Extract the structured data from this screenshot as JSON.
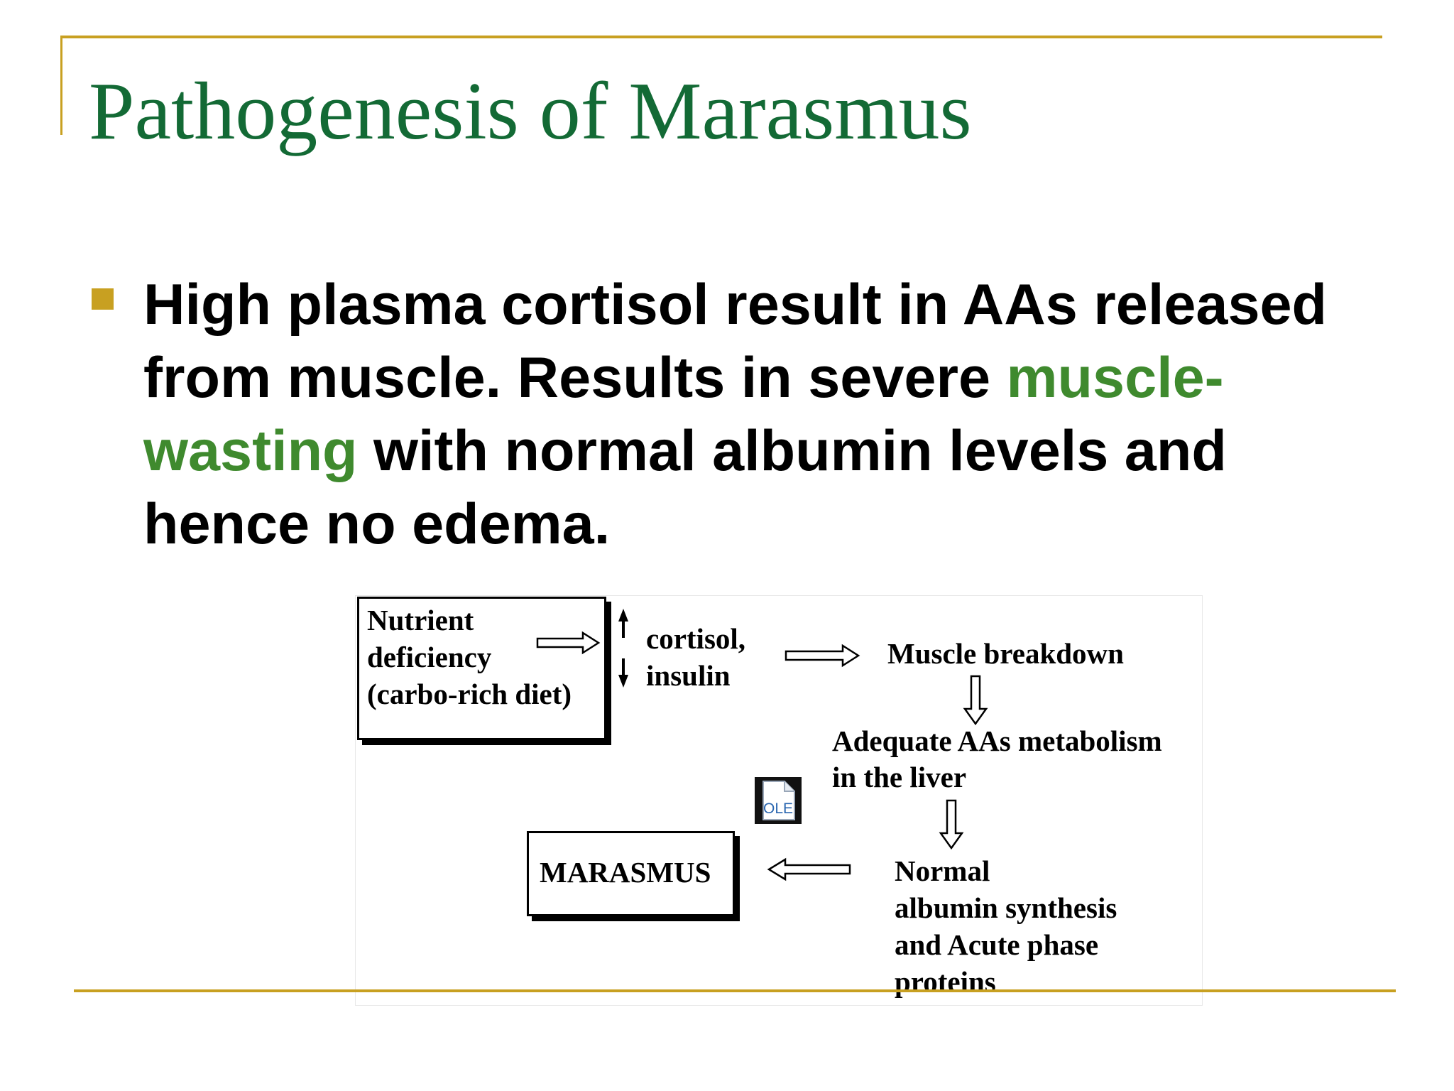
{
  "slide": {
    "title": "Pathogenesis of Marasmus",
    "bullet": {
      "before": "High plasma cortisol result in AAs released from muscle. Results in severe ",
      "highlight": "muscle-wasting",
      "after": " with normal albumin levels and hence no edema."
    }
  },
  "diagram": {
    "nutrient_box": "Nutrient\ndeficiency\n(carbo-rich diet)",
    "hormones": "cortisol,\ninsulin",
    "muscle_breakdown": "Muscle breakdown",
    "adequate_aas": "Adequate AAs metabolism\nin the liver",
    "normal_albumin": "Normal\nalbumin synthesis\nand Acute phase\nproteins",
    "marasmus_box": "MARASMUS",
    "ole_icon": "OLE"
  },
  "colors": {
    "title": "#136a35",
    "accent_gold": "#c8a021",
    "highlight_green": "#3f8a2e",
    "text": "#000000"
  },
  "icons": [
    "square-bullet-icon",
    "arrow-up-icon",
    "arrow-down-icon",
    "arrow-right-icon",
    "arrow-down-hollow-icon",
    "arrow-left-icon",
    "ole-document-icon"
  ]
}
